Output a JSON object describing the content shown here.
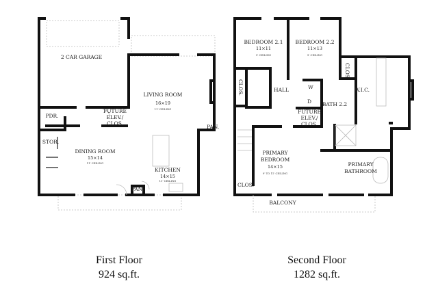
{
  "first_floor": {
    "caption": "First Floor",
    "area": "924 sq.ft.",
    "rooms": {
      "garage": "2 CAR GARAGE",
      "living": {
        "name": "LIVING ROOM",
        "size": "16×19",
        "ceiling": "11' CEILING"
      },
      "powder": "PDR.",
      "future_elev": [
        "FUTURE",
        "ELEV./",
        "CLOS."
      ],
      "storage": "STOR.",
      "dining": {
        "name": "DINING ROOM",
        "size": "15×14",
        "ceiling": "11' CEILING"
      },
      "kitchen": {
        "name": "KITCHEN",
        "size": "14×15",
        "ceiling": "11' CEILING"
      },
      "pantry": "PAN.",
      "pantry_2": "PAN."
    }
  },
  "second_floor": {
    "caption": "Second Floor",
    "area": "1282 sq.ft.",
    "rooms": {
      "bed21": {
        "name": "BEDROOM 2.1",
        "size": "11×11",
        "ceiling": "9' CEILING"
      },
      "bed22": {
        "name": "BEDROOM 2.2",
        "size": "11×13",
        "ceiling": "9' CEILING"
      },
      "clos_left": "CLOS.",
      "hall": "HALL",
      "washer": "W",
      "dryer": "D",
      "bath22": "BATH 2.2",
      "future_elev": [
        "FUTURE",
        "ELEV./",
        "CLOS."
      ],
      "clos_right": "CLOS.",
      "wic": "W.I.C.",
      "primary_bed": {
        "name": [
          "PRIMARY",
          "BEDROOM"
        ],
        "size": "14×15",
        "ceiling": "9' TO 11' CEILING"
      },
      "primary_bath": [
        "PRIMARY",
        "BATHROOM"
      ],
      "clos_bottom": "CLOS.",
      "balcony": "BALCONY"
    }
  }
}
